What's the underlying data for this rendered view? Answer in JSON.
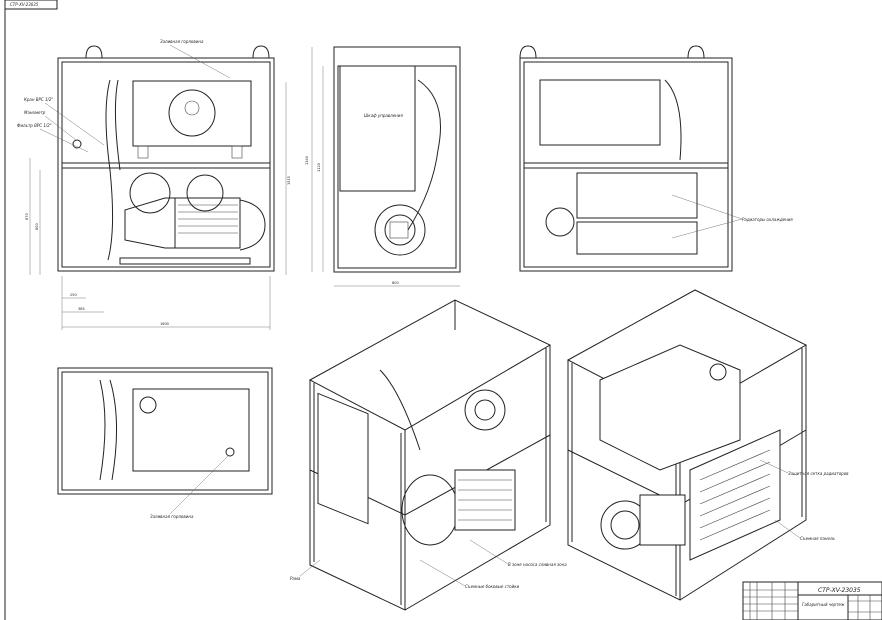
{
  "stamp": {
    "code": "СТР-XV-23035"
  },
  "labels": {
    "filler_top": "Заливная горловина",
    "valve": "Кран ВРС 1/2\"",
    "gauge": "Манометр",
    "filter": "Фильтр ВРС 1/2\"",
    "cabinet": "Шкаф управления",
    "radiators": "Радиаторы охлаждения",
    "filler_plan": "Заливная горловина",
    "frame": "Рама",
    "pump_zone": "В зоне насоса сливная зона",
    "side_posts": "Съемные боковые стойки",
    "radiator_guard": "Защитная сетка радиаторов",
    "panel": "Съемная панель"
  },
  "dimensions": {
    "width_front": "1600",
    "d250": "250",
    "d385": "385",
    "h_total": "1515",
    "h_left1": "870",
    "h_left2": "800",
    "side_h1": "1340",
    "side_h2": "1120",
    "side_w": "800"
  },
  "title_block": {
    "code": "СТР-XV-23035",
    "name": "Габаритный чертеж"
  }
}
